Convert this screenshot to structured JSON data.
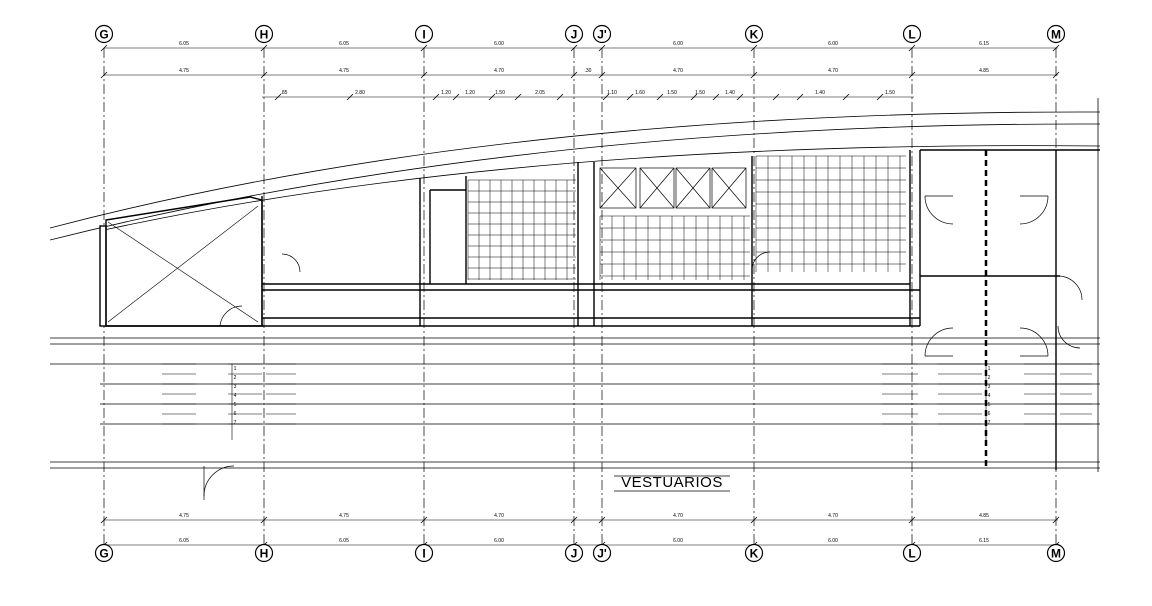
{
  "drawing": {
    "title": "VESTUARIOS",
    "axes": [
      "G",
      "H",
      "I",
      "J",
      "J'",
      "K",
      "L",
      "M"
    ],
    "top_dims_row1": [
      "6.05",
      "6.05",
      "6.00",
      "6.00",
      "6.00",
      "6.15"
    ],
    "top_dims_row2": [
      "4.75",
      "4.75",
      "4.70",
      ".30",
      "4.70",
      "4.70",
      "4.85"
    ],
    "top_dims_row3": [
      ".85",
      "2.80",
      "1.20",
      "1.20",
      "1.50",
      "2.05",
      "1.10",
      "1.60",
      "1.50",
      "1.50",
      "1.40",
      "1.40",
      "1.50"
    ],
    "bottom_dims_row1": [
      "4.75",
      "4.75",
      "4.70",
      "4.70",
      "4.70",
      "4.85"
    ],
    "bottom_dims_row2": [
      "6.05",
      "6.05",
      "6.00",
      "6.00",
      "6.00",
      "6.15"
    ],
    "stair_numbers": [
      "1",
      "2",
      "3",
      "4",
      "5",
      "6",
      "7"
    ]
  }
}
